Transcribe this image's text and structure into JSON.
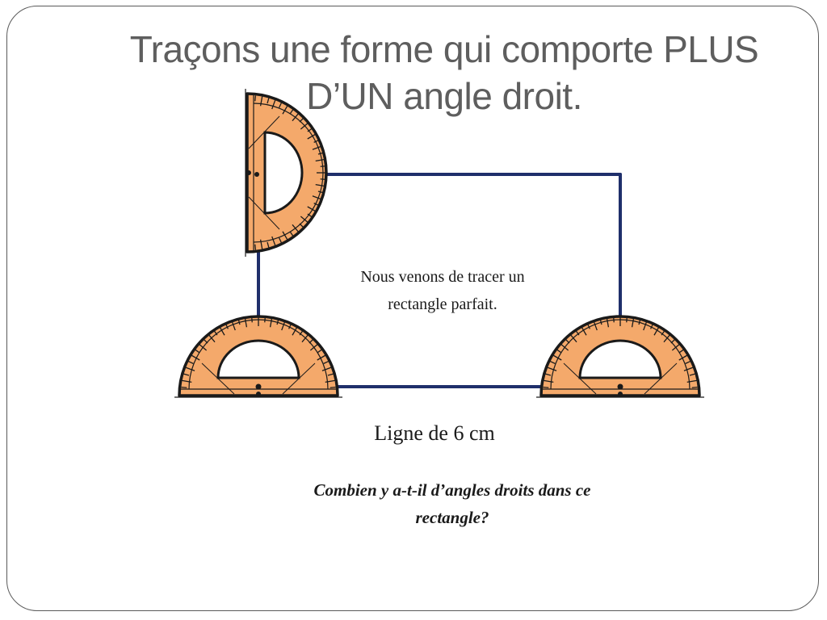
{
  "slide": {
    "title_line1": "Traçons une forme qui comporte PLUS",
    "title_line2": "D’UN angle droit.",
    "caption_line1": "Nous venons de tracer un",
    "caption_line2": "rectangle parfait.",
    "line_label": "Ligne de 6 cm",
    "question_line1": "Combien y a-t-il d’angles droits dans ce",
    "question_line2": "rectangle?"
  },
  "colors": {
    "rectangle_stroke": "#1f2f6b",
    "protractor_fill": "#f4a96b",
    "protractor_stroke": "#1a1a1a",
    "title_text": "#5e5e5e"
  },
  "diagram": {
    "shape": "rectangle",
    "right_angles_marked": 3,
    "protractor_count": 3
  }
}
